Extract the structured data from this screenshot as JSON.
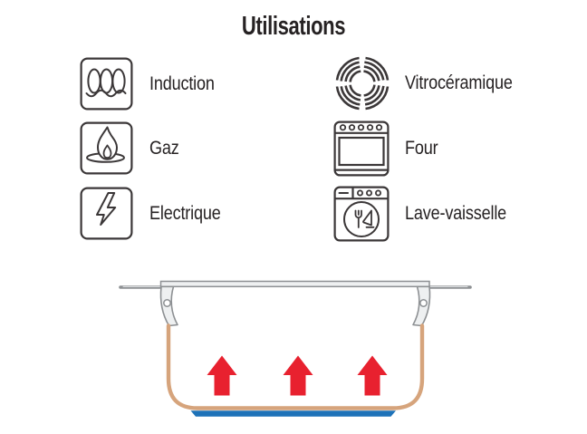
{
  "title": "Utilisations",
  "features": {
    "left": [
      {
        "label": "Induction",
        "icon": "induction-coil-icon"
      },
      {
        "label": "Gaz",
        "icon": "gas-flame-icon"
      },
      {
        "label": "Electrique",
        "icon": "lightning-bolt-icon"
      }
    ],
    "right": [
      {
        "label": "Vitrocéramique",
        "icon": "vitroceramic-rings-icon"
      },
      {
        "label": "Four",
        "icon": "oven-icon"
      },
      {
        "label": "Lave-vaisselle",
        "icon": "dishwasher-icon"
      }
    ]
  },
  "diagram": {
    "heat_arrow_count": 3
  },
  "colors": {
    "text": "#262223",
    "icon_stroke": "#3b3738",
    "handle_gray": "#8d9093",
    "handle_fill": "#eef0f1",
    "pan_tan": "#d6a47c",
    "base_blue": "#1e72b8",
    "arrow_red": "#e8212f"
  }
}
